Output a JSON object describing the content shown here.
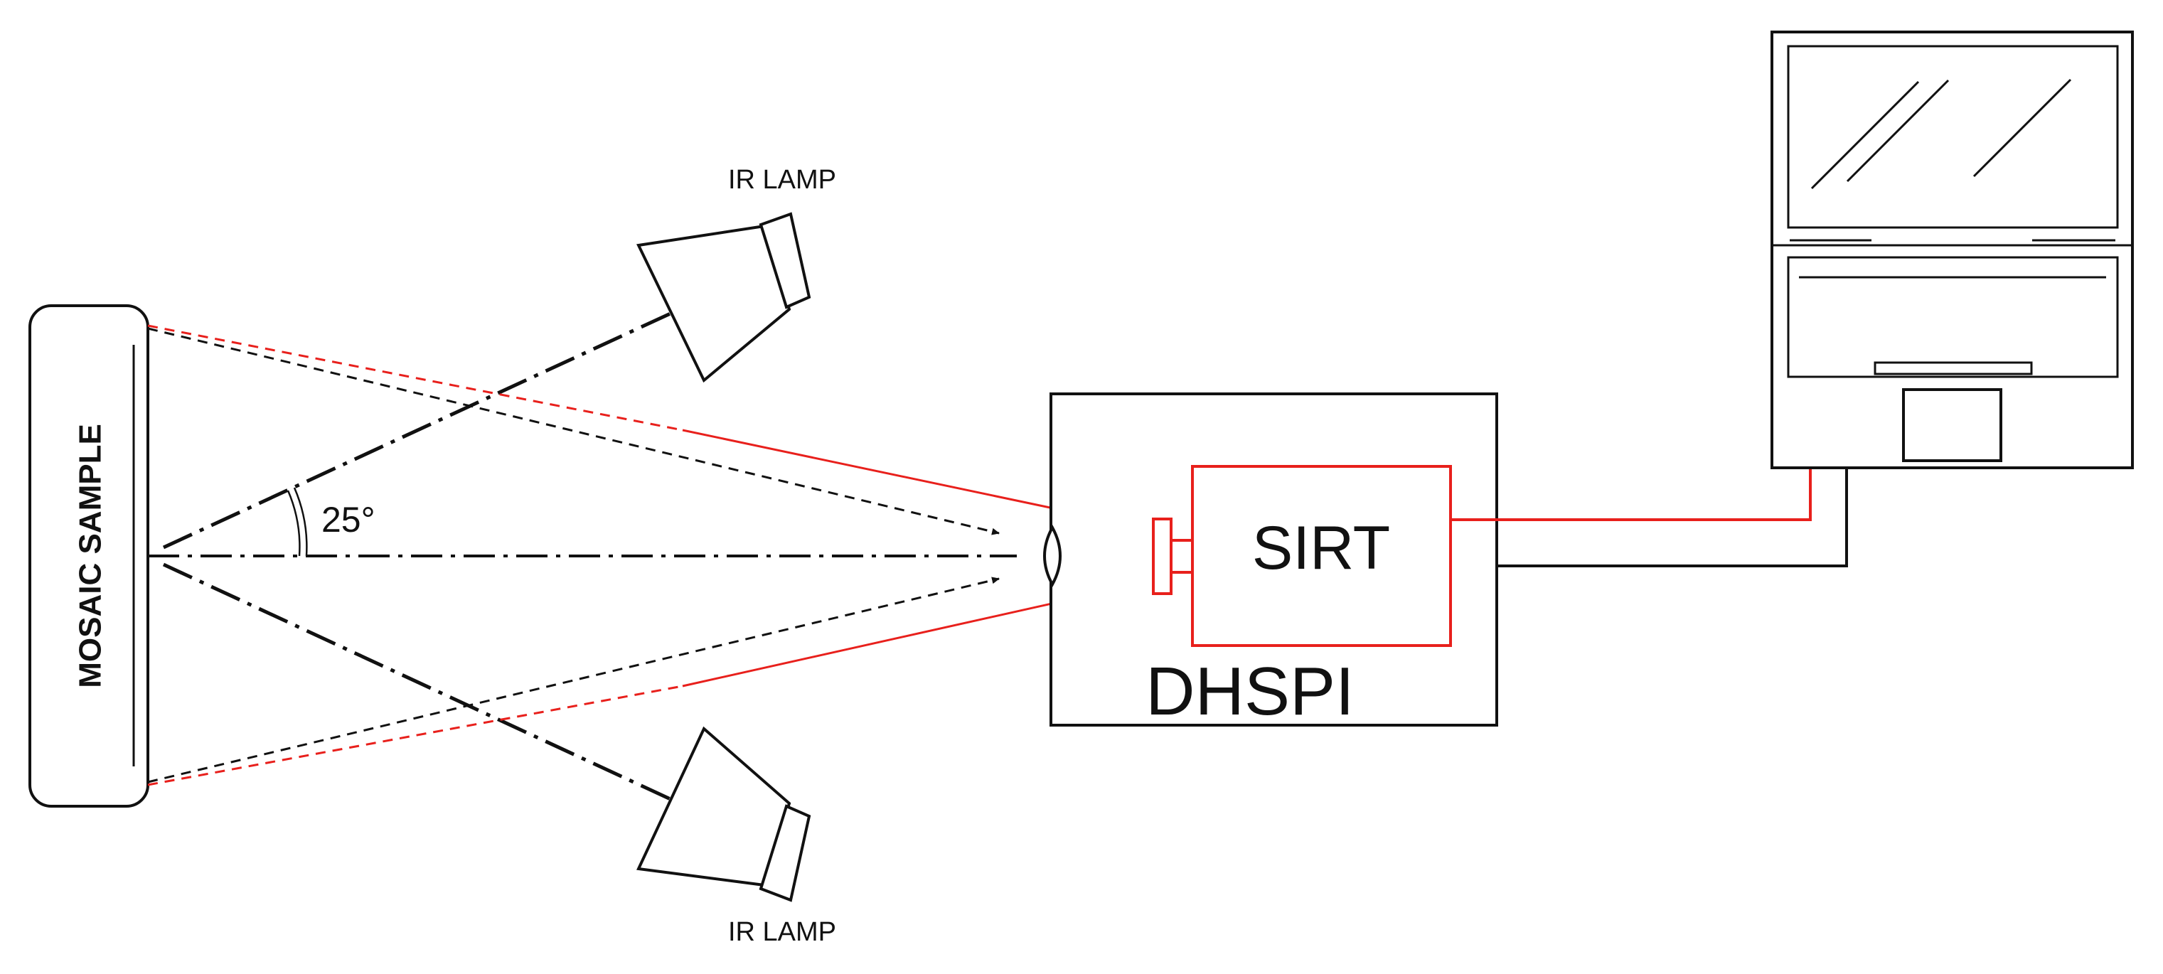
{
  "labels": {
    "sample": "MOSAIC SAMPLE",
    "lamp_top": "IR LAMP",
    "lamp_bottom": "IR LAMP",
    "angle": "25°",
    "sirt": "SIRT",
    "dhspi": "DHSPI"
  },
  "colors": {
    "ink": "#111111",
    "red": "#e8201c",
    "background": "#ffffff"
  }
}
